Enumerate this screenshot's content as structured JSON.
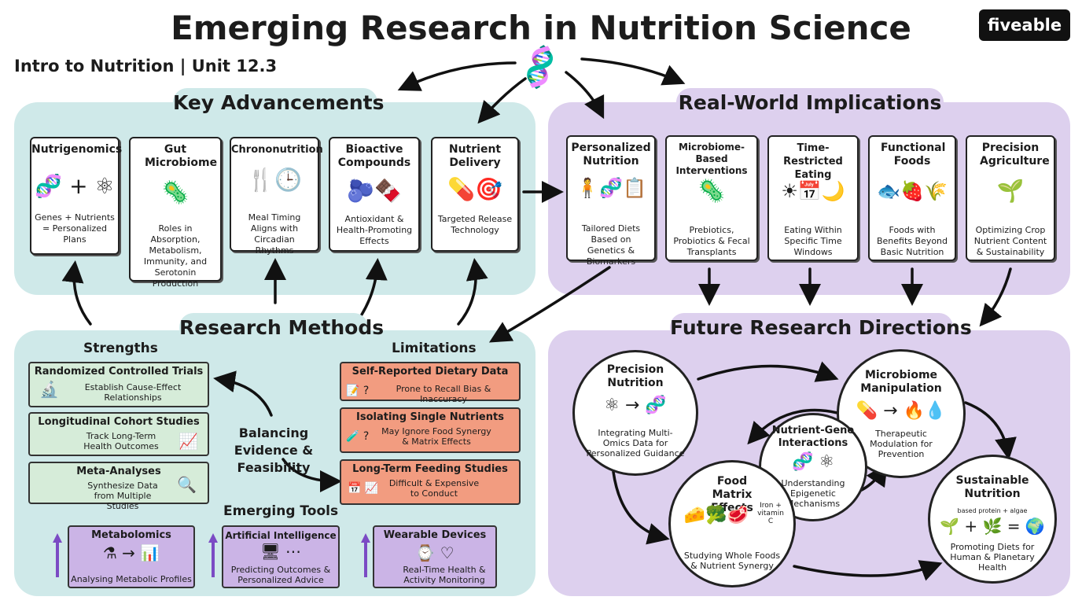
{
  "header": {
    "title": "Emerging Research in Nutrition Science",
    "subtitle": "Intro to Nutrition | Unit 12.3",
    "logo": "fiveable"
  },
  "key_advancements": {
    "title": "Key Advancements",
    "cards": [
      {
        "title": "Nutrigenomics",
        "desc": "Genes + Nutrients = Personalized Plans",
        "icon": "🧬 + ⚛"
      },
      {
        "title": "Gut Microbiome",
        "desc": "Roles in Absorption, Metabolism, Immunity, and Serotonin Production",
        "icon": "🦠"
      },
      {
        "title": "Chrononutrition",
        "desc": "Meal Timing Aligns with Circadian Rhythms",
        "icon": "🍴🕒"
      },
      {
        "title": "Bioactive Compounds",
        "desc": "Antioxidant & Health-Promoting Effects",
        "icon": "🫐🍫"
      },
      {
        "title": "Nutrient Delivery",
        "desc": "Targeted Release Technology",
        "icon": "💊🎯"
      }
    ]
  },
  "real_world": {
    "title": "Real-World Implications",
    "cards": [
      {
        "title": "Personalized Nutrition",
        "desc": "Tailored Diets Based on Genetics & Biomarkers",
        "icon": "🧍🧬📋"
      },
      {
        "title": "Microbiome-Based Interventions",
        "desc": "Prebiotics, Probiotics & Fecal Transplants",
        "icon": "🦠"
      },
      {
        "title": "Time-Restricted Eating",
        "desc": "Eating Within Specific Time Windows",
        "icon": "☀📅🌙"
      },
      {
        "title": "Functional Foods",
        "desc": "Foods with Benefits Beyond Basic Nutrition",
        "icon": "🐟🍓🌾"
      },
      {
        "title": "Precision Agriculture",
        "desc": "Optimizing Crop Nutrient Content & Sustainability",
        "icon": "🌱"
      }
    ]
  },
  "research_methods": {
    "title": "Research Methods",
    "strengths_label": "Strengths",
    "limitations_label": "Limitations",
    "center_label": "Balancing Evidence & Feasibility",
    "strengths": [
      {
        "title": "Randomized Controlled Trials",
        "desc": "Establish Cause-Effect Relationships",
        "icon": "🔬"
      },
      {
        "title": "Longitudinal Cohort Studies",
        "desc": "Track Long-Term Health Outcomes",
        "icon": "📈"
      },
      {
        "title": "Meta-Analyses",
        "desc": "Synthesize Data from Multiple Studies",
        "icon": "🔍"
      }
    ],
    "limitations": [
      {
        "title": "Self-Reported Dietary Data",
        "desc": "Prone to Recall Bias & Inaccuracy",
        "icon": "📝 ?"
      },
      {
        "title": "Isolating Single Nutrients",
        "desc": "May Ignore Food Synergy & Matrix Effects",
        "icon": "🧪 ?"
      },
      {
        "title": "Long-Term Feeding Studies",
        "desc": "Difficult & Expensive to Conduct",
        "icon": "📅 📈"
      }
    ],
    "tools_label": "Emerging Tools",
    "tools": [
      {
        "title": "Metabolomics",
        "desc": "Analysing Metabolic Profiles",
        "icon": "⚗ → 📊"
      },
      {
        "title": "Artificial Intelligence",
        "desc": "Predicting Outcomes & Personalized Advice",
        "icon": "🖥 ⋯"
      },
      {
        "title": "Wearable Devices",
        "desc": "Real-Time Health & Activity Monitoring",
        "icon": "⌚ ♡"
      }
    ]
  },
  "future": {
    "title": "Future Research Directions",
    "nodes": [
      {
        "title": "Precision Nutrition",
        "desc": "Integrating Multi-Omics Data for Personalized Guidance",
        "icon": "⚛ → 🧬"
      },
      {
        "title": "Microbiome Manipulation",
        "desc": "Therapeutic Modulation for Prevention",
        "icon": "💊 → 🔥💧"
      },
      {
        "title": "Nutrient-Gene Interactions",
        "desc": "Understanding Epigenetic Mechanisms",
        "icon": "🧬 ⚛"
      },
      {
        "title": "Food Matrix Effects",
        "desc": "Studying Whole Foods & Nutrient Synergy",
        "icon": "🧀🥦🥩",
        "annotation": "Iron + vitamin C"
      },
      {
        "title": "Sustainable Nutrition",
        "desc": "Promoting Diets for Human & Planetary Health",
        "icon": "🌱 + 🌿 = 🌍",
        "annotation": "based protein + algae"
      }
    ]
  }
}
